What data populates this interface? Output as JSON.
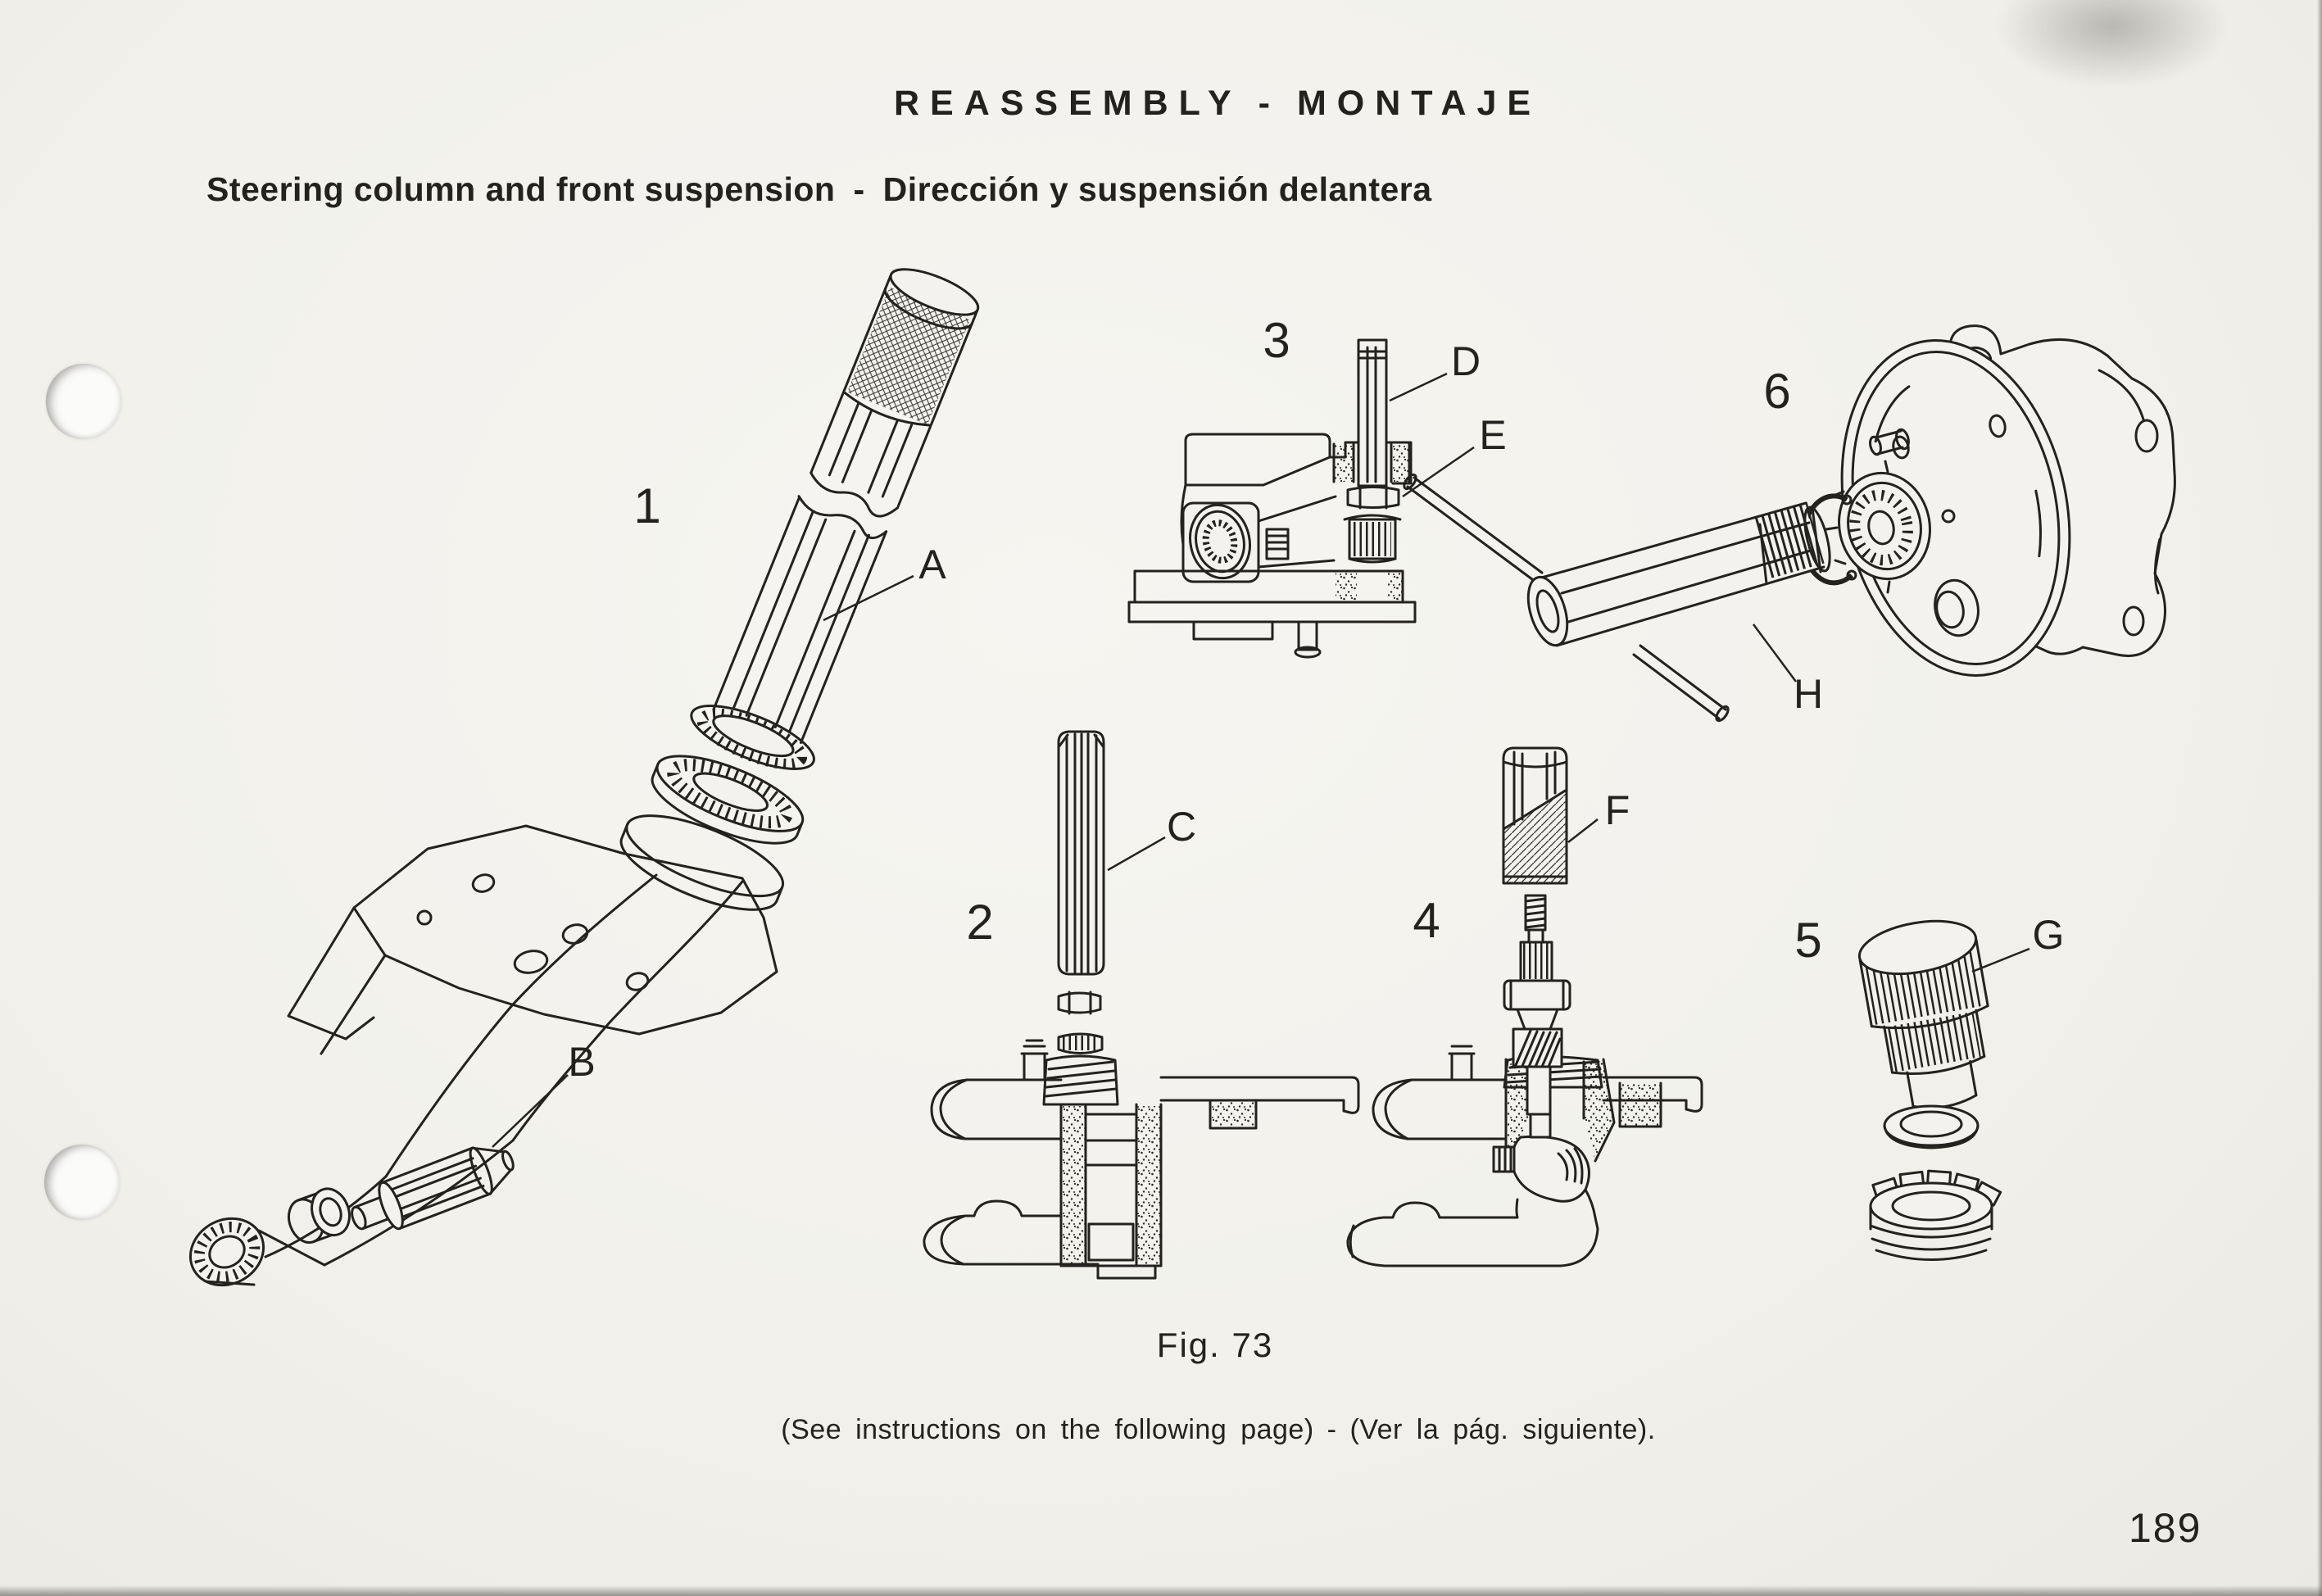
{
  "header": {
    "title_en": "REASSEMBLY",
    "title_sep": "-",
    "title_es": "MONTAJE"
  },
  "subtitle": {
    "en": "Steering column and front suspension",
    "sep": "-",
    "es": "Dirección y suspensión delantera"
  },
  "figure": {
    "caption": "Fig. 73",
    "note_en": "(See instructions on the following page)",
    "note_sep": "-",
    "note_es": "(Ver la pág. siguiente).",
    "part_numbers": {
      "n1": "1",
      "n2": "2",
      "n3": "3",
      "n4": "4",
      "n5": "5",
      "n6": "6"
    },
    "part_letters": {
      "a": "A",
      "b": "B",
      "c": "C",
      "d": "D",
      "e": "E",
      "f": "F",
      "g": "G",
      "h": "H"
    }
  },
  "page_number": "189",
  "colors": {
    "ink": "#23221f",
    "paper": "#f2f1ec"
  }
}
